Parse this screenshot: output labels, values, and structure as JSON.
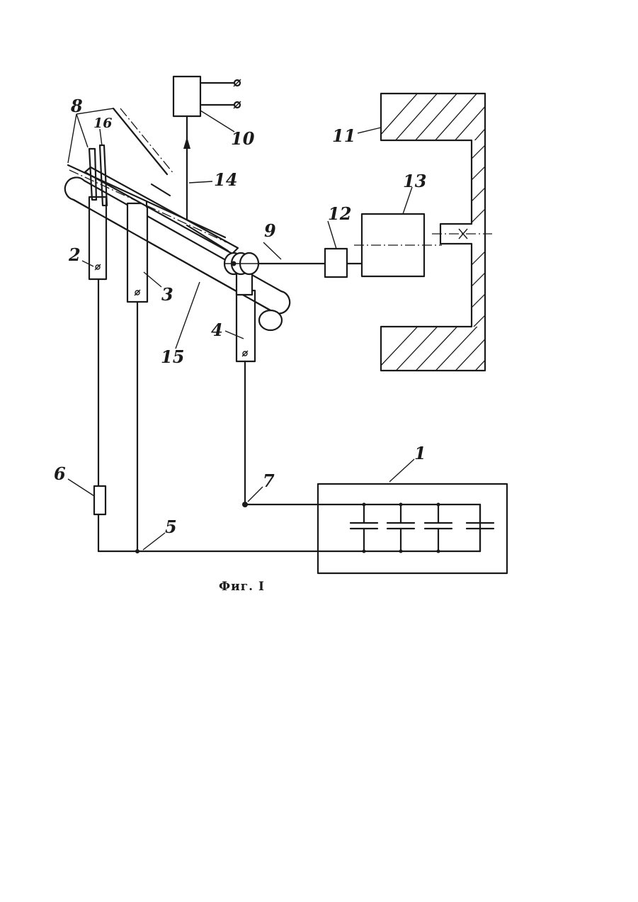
{
  "labels": {
    "l1": "1",
    "l2": "2",
    "l3": "3",
    "l4": "4",
    "l5": "5",
    "l6": "6",
    "l7": "7",
    "l8": "8",
    "l9": "9",
    "l10": "10",
    "l11": "11",
    "l12": "12",
    "l13": "13",
    "l14": "14",
    "l15": "15",
    "l16": "16"
  },
  "caption": "Фиг. I"
}
